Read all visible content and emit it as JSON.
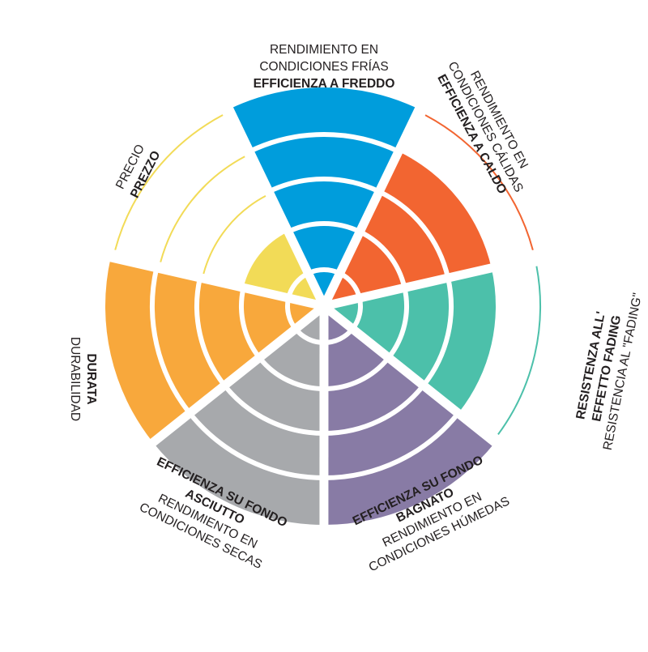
{
  "sectors": [
    {
      "id": "cold",
      "color": "#009ddc",
      "level": 5,
      "labels": [
        {
          "text": "RENDIMIENTO EN",
          "bold": false
        },
        {
          "text": "CONDICIONES FRÍAS",
          "bold": false
        },
        {
          "text": "EFFICIENZA A FREDDO",
          "bold": true
        }
      ]
    },
    {
      "id": "warm",
      "color": "#f26531",
      "level": 4,
      "labels": [
        {
          "text": "RENDIMIENTO EN",
          "bold": false
        },
        {
          "text": "CONDICIONES CÁLIDAS",
          "bold": false
        },
        {
          "text": "EFFICIENZA A CALDO",
          "bold": true
        }
      ]
    },
    {
      "id": "fading",
      "color": "#4cc0aa",
      "level": 4,
      "labels": [
        {
          "text": "RESISTENZA ALL'",
          "bold": true
        },
        {
          "text": "EFFETTO FADING",
          "bold": true
        },
        {
          "text": "RESISTENCIA AL \"FADING\"",
          "bold": false
        }
      ]
    },
    {
      "id": "wet",
      "color": "#887ba5",
      "level": 5,
      "labels": [
        {
          "text": "EFFICIENZA SU FONDO",
          "bold": true
        },
        {
          "text": "BAGNATO",
          "bold": true
        },
        {
          "text": "RENDIMIENTO EN",
          "bold": false
        },
        {
          "text": "CONDICIONES HÚMEDAS",
          "bold": false
        }
      ]
    },
    {
      "id": "dry",
      "color": "#a7a9ac",
      "level": 5,
      "labels": [
        {
          "text": "EFFICIENZA SU FONDO",
          "bold": true
        },
        {
          "text": "ASCIUTTO",
          "bold": true
        },
        {
          "text": "RENDIMIENTO EN",
          "bold": false
        },
        {
          "text": "CONDICIONES SECAS",
          "bold": false
        }
      ]
    },
    {
      "id": "durability",
      "color": "#f8a83c",
      "level": 5,
      "labels": [
        {
          "text": "DURATA",
          "bold": true
        },
        {
          "text": "DURABILIDAD",
          "bold": false
        }
      ]
    },
    {
      "id": "price",
      "color": "#f2db57",
      "level": 2,
      "labels": [
        {
          "text": "PRECIO",
          "bold": false
        },
        {
          "text": "PREZZO",
          "bold": true
        }
      ]
    }
  ]
}
